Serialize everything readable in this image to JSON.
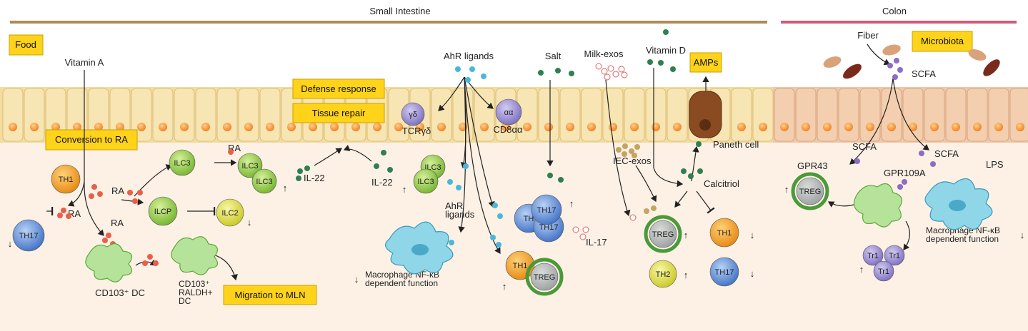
{
  "regions": {
    "small_intestine": "Small Intestine",
    "colon": "Colon"
  },
  "boxes": {
    "food": "Food",
    "conversion": "Conversion to RA",
    "defense": "Defense response",
    "repair": "Tissue repair",
    "amps": "AMPs",
    "microbiota": "Microbiota",
    "migration": "Migration  to MLN"
  },
  "labels": {
    "vitamin_a": "Vitamin A",
    "ra": "RA",
    "ahr": "AhR ligands",
    "ahr2a": "AhR",
    "ahr2b": "ligands",
    "salt": "Salt",
    "milk_exos": "Milk-exos",
    "vitamin_d": "Vitamin D",
    "fiber": "Fiber",
    "scfa": "SCFA",
    "tcr": "TCRγδ",
    "cd8": "CD8αα",
    "gd": "γδ",
    "aa": "αα",
    "il22": "IL-22",
    "il17": "IL-17",
    "paneth": "Paneth cell",
    "iec_exos": "IEC-exos",
    "calcitriol": "Calcitriol",
    "gpr43": "GPR43",
    "gpr109a": "GPR109A",
    "lps": "LPS",
    "macro1a": "Macrophage NF-κB",
    "macro1b": "dependent function",
    "macro2a": "Macrophage NF-κB",
    "macro2b": "dependent function",
    "cd103_dc": "CD103⁺ DC",
    "raldh1": "CD103⁺",
    "raldh2": "RALDH+",
    "raldh3": "DC"
  },
  "cells": {
    "ilc3": "ILC3",
    "ilcp": "ILCP",
    "ilc2": "ILC2",
    "th1": "TH1",
    "th17": "TH17",
    "th2": "TH2",
    "treg": "TREG",
    "tr1": "Tr1",
    "th": "TH"
  },
  "arrows": {
    "up": "↑",
    "down": "↓"
  },
  "colors": {
    "si_bar": "#b08a55",
    "colon_bar": "#d65a78",
    "box_fill": "#ffd31a",
    "epithelium": "#f2dca0",
    "colon_epi": "#efc7a8",
    "lamina": "#fdf1e6",
    "green_cell": "#9ccf4a",
    "blue_cell": "#5f8ed8",
    "orange_cell": "#f39a1c",
    "yellow_cell": "#e4e34a",
    "purple_cell": "#8f7fc8"
  }
}
